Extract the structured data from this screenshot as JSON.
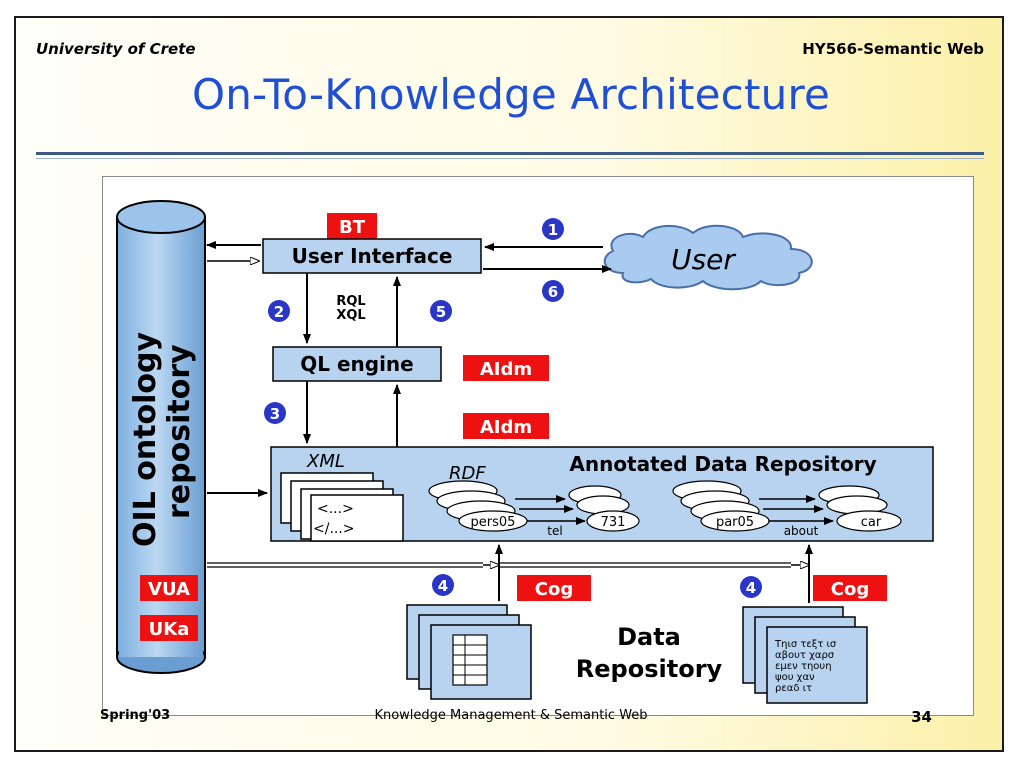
{
  "header": {
    "left": "University of Crete",
    "right": "HY566-Semantic Web"
  },
  "title": "On-To-Knowledge Architecture",
  "diagram": {
    "repository_label_line1": "OIL ontology",
    "repository_label_line2": "repository",
    "partners": [
      "BT",
      "AIdm",
      "AIdm",
      "VUA",
      "UKa",
      "Cog",
      "Cog"
    ],
    "user_interface": "User Interface",
    "user": "User",
    "ql_engine": "QL engine",
    "query_languages": [
      "RQL",
      "XQL"
    ],
    "annotated_repo": "Annotated Data Repository",
    "xml_label": "XML",
    "xml_tags": [
      "<...>",
      "</...>"
    ],
    "rdf_label": "RDF",
    "rdf_nodes": [
      "pers05",
      "731",
      "par05",
      "car"
    ],
    "rdf_edges": [
      "tel",
      "about"
    ],
    "data_repo_line1": "Data",
    "data_repo_line2": "Repository",
    "doc_text": [
      "Τηισ τεξτ ισ",
      "αβουτ χαρσ",
      "εμεν τηουη",
      "ψου χαν",
      "ρεαδ ιτ"
    ],
    "steps": [
      "1",
      "2",
      "3",
      "4",
      "4",
      "5",
      "6"
    ]
  },
  "footer": {
    "left": "Spring'03",
    "center": "Knowledge Management & Semantic Web",
    "page": "34"
  },
  "colors": {
    "title_blue": "#1f4fd6",
    "box_fill": "#b7d3ef",
    "partner_red": "#ee1111",
    "step_blue": "#2a36c8"
  }
}
